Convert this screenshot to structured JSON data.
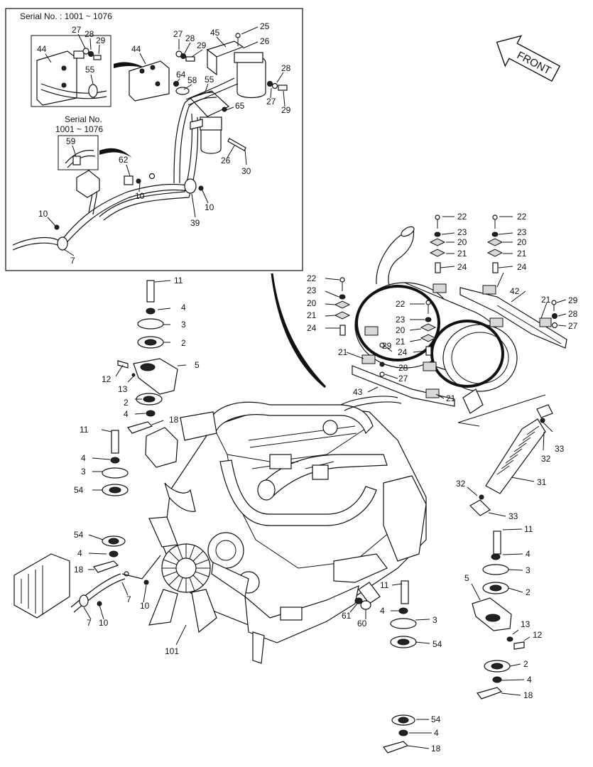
{
  "serial_labels": {
    "top_left": "Serial No. : 1001 ~ 1076",
    "inner_line1": "Serial No.",
    "inner_line2": "1001 ~ 1076"
  },
  "front_label": "FRONT",
  "callouts": [
    "44",
    "27",
    "28",
    "29",
    "55",
    "44",
    "27",
    "28",
    "29",
    "64",
    "58",
    "45",
    "25",
    "26",
    "55",
    "28",
    "27",
    "29",
    "65",
    "59",
    "62",
    "26",
    "30",
    "10",
    "10",
    "39",
    "10",
    "7",
    "22",
    "23",
    "20",
    "21",
    "24",
    "22",
    "23",
    "20",
    "21",
    "24",
    "42",
    "21",
    "29",
    "28",
    "27",
    "22",
    "23",
    "20",
    "21",
    "24",
    "22",
    "23",
    "20",
    "21",
    "24",
    "29",
    "28",
    "27",
    "21",
    "43",
    "21",
    "11",
    "4",
    "3",
    "2",
    "5",
    "12",
    "13",
    "2",
    "4",
    "18",
    "11",
    "4",
    "3",
    "54",
    "33",
    "32",
    "31",
    "32",
    "33",
    "54",
    "4",
    "18",
    "7",
    "10",
    "7",
    "10",
    "101",
    "61",
    "60",
    "11",
    "4",
    "3",
    "54",
    "11",
    "4",
    "3",
    "2",
    "5",
    "13",
    "12",
    "2",
    "4",
    "18",
    "54",
    "4",
    "18"
  ]
}
